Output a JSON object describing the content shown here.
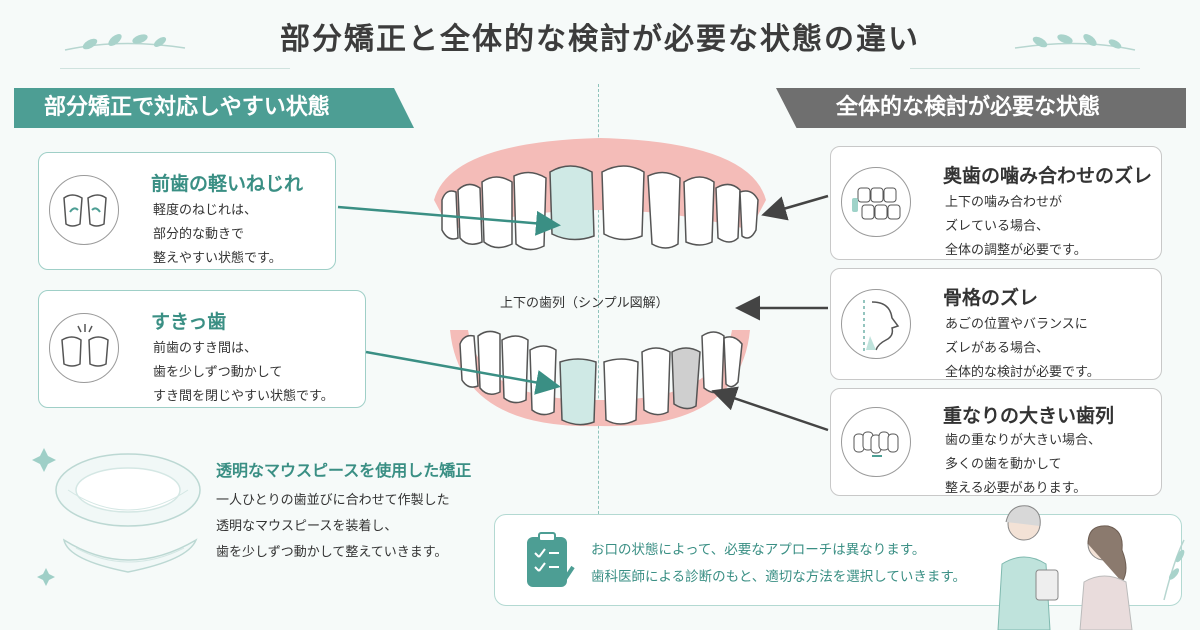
{
  "title": "部分矯正と全体的な検討が必要な状態の違い",
  "left_header": "部分矯正で対応しやすい状態",
  "right_header": "全体的な検討が必要な状態",
  "left_cards": [
    {
      "title": "前歯の軽いねじれ",
      "lines": [
        "軽度のねじれは、",
        "部分的な動きで",
        "整えやすい状態です。"
      ],
      "icon": "rotated-teeth-icon"
    },
    {
      "title": "すきっ歯",
      "lines": [
        "前歯のすき間は、",
        "歯を少しずつ動かして",
        "すき間を閉じやすい状態です。"
      ],
      "icon": "gap-teeth-icon"
    }
  ],
  "right_cards": [
    {
      "title": "奥歯の噛み合わせのズレ",
      "lines": [
        "上下の噛み合わせが",
        "ズレている場合、",
        "全体の調整が必要です。"
      ],
      "icon": "molar-bite-icon"
    },
    {
      "title": "骨格のズレ",
      "lines": [
        "あごの位置やバランスに",
        "ズレがある場合、",
        "全体的な検討が必要です。"
      ],
      "icon": "jaw-profile-icon"
    },
    {
      "title": "重なりの大きい歯列",
      "lines": [
        "歯の重なりが大きい場合、",
        "多くの歯を動かして",
        "整える必要があります。"
      ],
      "icon": "crowded-teeth-icon"
    }
  ],
  "center_label": "上下の歯列（シンプル図解）",
  "aligner": {
    "title": "透明なマウスピースを使用した矯正",
    "lines": [
      "一人ひとりの歯並びに合わせて作製した",
      "透明なマウスピースを装着し、",
      "歯を少しずつ動かして整えていきます。"
    ]
  },
  "note": {
    "lines": [
      "お口の状態によって、必要なアプローチは異なります。",
      "歯科医師による診断のもと、適切な方法を選択していきます。"
    ]
  },
  "colors": {
    "teal": "#4d9e94",
    "gray": "#6f6f6f",
    "gum": "#f4b8b4",
    "highlight_tooth": "#cfe9e5",
    "gray_tooth": "#cfcfcf"
  }
}
